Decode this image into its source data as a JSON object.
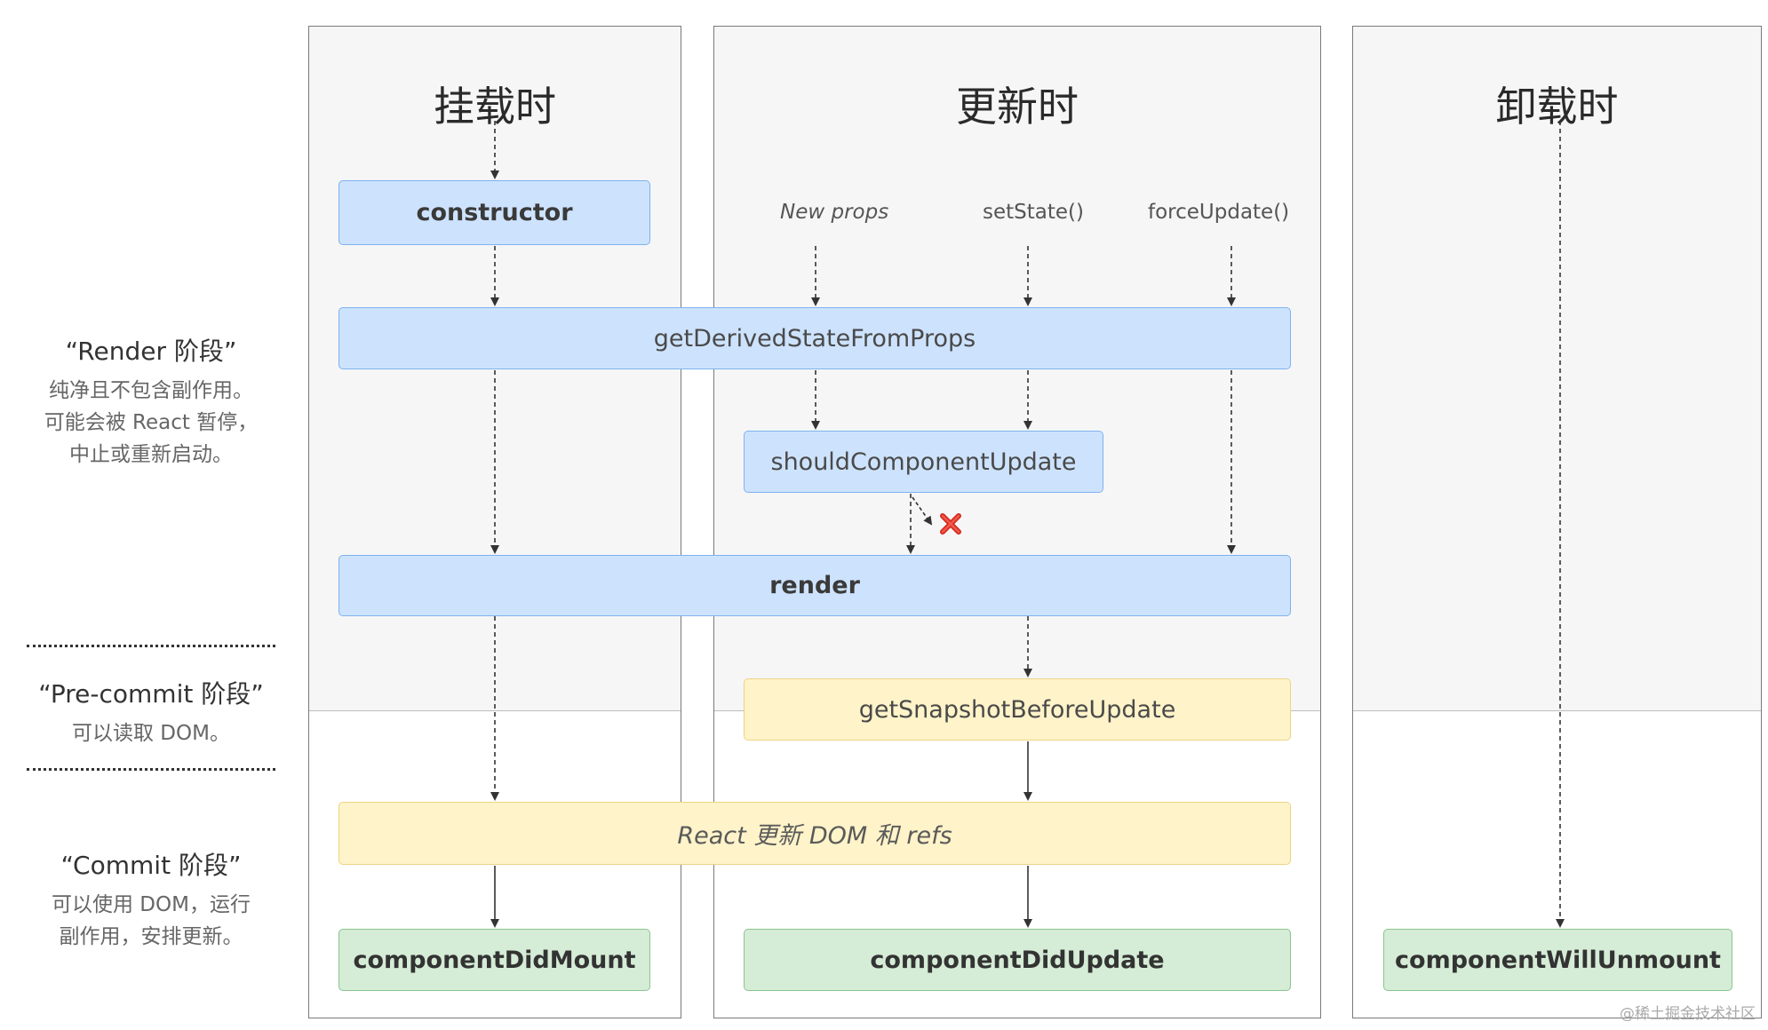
{
  "columns": {
    "mount": {
      "title": "挂载时"
    },
    "update": {
      "title": "更新时"
    },
    "unmount": {
      "title": "卸载时"
    }
  },
  "triggers": {
    "new_props": "New props",
    "set_state": "setState()",
    "force_update": "forceUpdate()"
  },
  "methods": {
    "constructor": "constructor",
    "get_derived_state": "getDerivedStateFromProps",
    "should_update": "shouldComponentUpdate",
    "render": "render",
    "get_snapshot": "getSnapshotBeforeUpdate",
    "react_updates_dom": "React 更新 DOM 和 refs",
    "did_mount": "componentDidMount",
    "did_update": "componentDidUpdate",
    "will_unmount": "componentWillUnmount"
  },
  "phases": {
    "render": {
      "title": "“Render 阶段”",
      "lines": [
        "纯净且不包含副作用。",
        "可能会被 React 暂停，",
        "中止或重新启动。"
      ]
    },
    "precommit": {
      "title": "“Pre-commit 阶段”",
      "lines": [
        "可以读取 DOM。"
      ]
    },
    "commit": {
      "title": "“Commit 阶段”",
      "lines": [
        "可以使用 DOM，运行",
        "副作用，安排更新。"
      ]
    }
  },
  "watermark": "@稀土掘金技术社区",
  "colors": {
    "render_phase_box": "#cde3fd",
    "precommit_box": "#fff3c9",
    "commit_box": "#d5ecd6"
  }
}
